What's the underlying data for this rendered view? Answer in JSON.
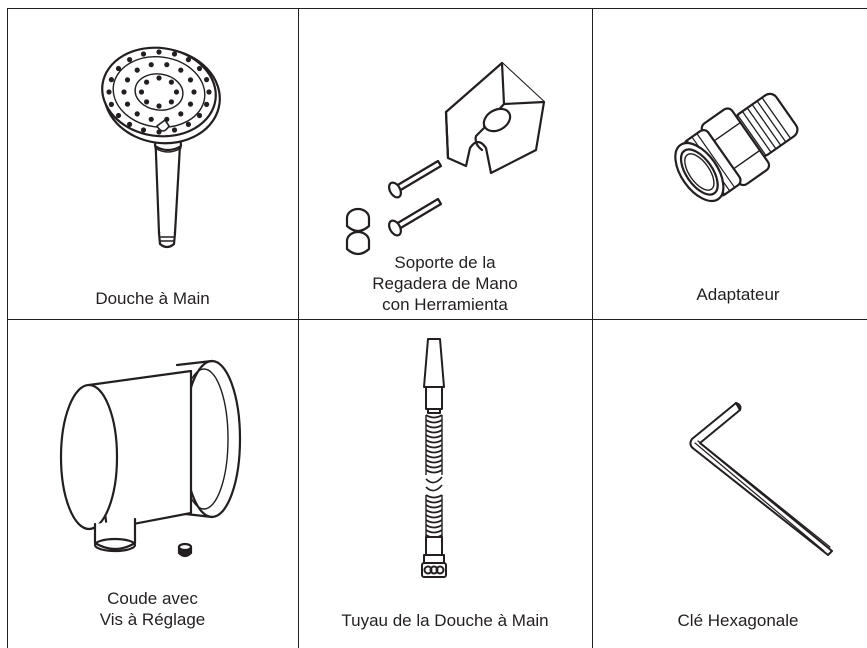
{
  "parts": [
    {
      "label": "Douche à Main",
      "icon": "hand-shower-icon"
    },
    {
      "label": "Soporte de la\nRegadera de Mano\ncon Herramienta",
      "icon": "hand-shower-bracket-icon"
    },
    {
      "label": "Adaptateur",
      "icon": "adapter-icon"
    },
    {
      "label": "Coude avec\nVis à Réglage",
      "icon": "wall-elbow-icon"
    },
    {
      "label": "Tuyau de la Douche à Main",
      "icon": "shower-hose-icon"
    },
    {
      "label": "Clé Hexagonale",
      "icon": "hex-key-icon"
    }
  ]
}
